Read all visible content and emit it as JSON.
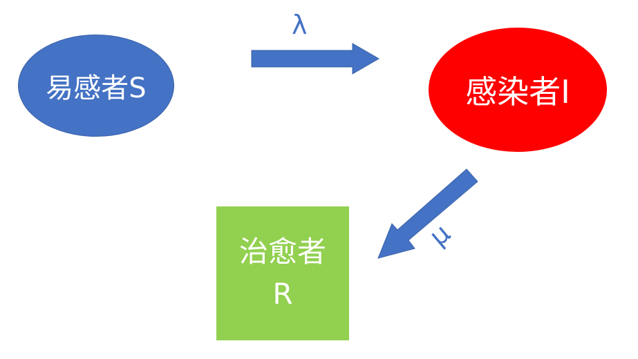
{
  "nodes": {
    "susceptible": {
      "label": "易感者S",
      "color": "#4472c4"
    },
    "infected": {
      "label": "感染者I",
      "color": "#ff0000"
    },
    "recovered": {
      "line1": "治愈者",
      "line2": "R",
      "color": "#92d050"
    }
  },
  "edges": {
    "infection": {
      "rate": "λ",
      "from": "susceptible",
      "to": "infected"
    },
    "recovery": {
      "rate": "μ",
      "from": "infected",
      "to": "recovered"
    }
  },
  "arrow_color": "#4472c4"
}
